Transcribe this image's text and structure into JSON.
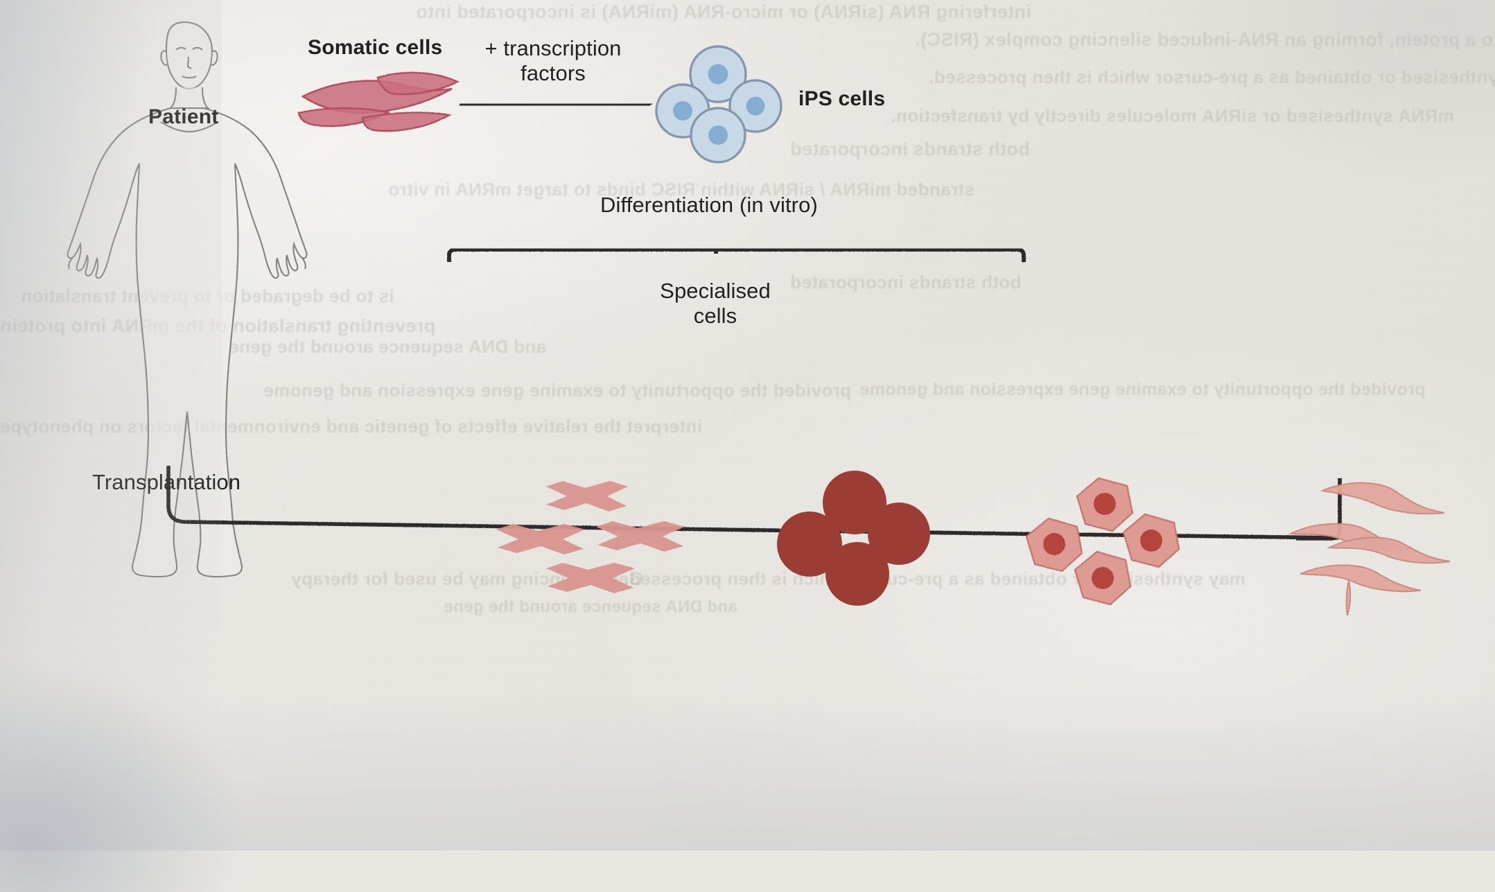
{
  "diagram": {
    "title": "Induced pluripotent stem (iPS) cell therapy workflow",
    "background_color": "#e9e7e2",
    "ink_color": "#2e2c2a"
  },
  "labels": {
    "patient": "Patient",
    "somatic_cells": "Somatic cells",
    "transcription_factors": "+ transcription\nfactors",
    "ips_cells": "iPS cells",
    "differentiation": "Differentiation (in vitro)",
    "specialised_cells": "Specialised\ncells",
    "transplantation": "Transplantation"
  },
  "stages": [
    {
      "name": "patient",
      "label": "Patient",
      "icon": "human-body-outline"
    },
    {
      "name": "somatic-cells",
      "label": "Somatic cells",
      "icon": "spindle-muscle-cells",
      "color": "#c4616f",
      "count": 4
    },
    {
      "name": "ips-cells",
      "label": "iPS cells",
      "icon": "round-stem-cells",
      "color": "#b8cde0",
      "nucleus_color": "#7ba7cd",
      "count": 4
    },
    {
      "name": "specialised-cells",
      "label": "Specialised cells",
      "icon": "differentiated-cells",
      "count": 4
    }
  ],
  "specialised_cell_types": [
    {
      "name": "muscle-fiber-cells",
      "shape": "x-shaped",
      "color": "#d9948c",
      "count": 4
    },
    {
      "name": "blood-cells",
      "shape": "solid-circle",
      "color": "#9e3d34",
      "count": 4
    },
    {
      "name": "epithelial-cells",
      "shape": "polygon-nucleated",
      "color": "#dd9a93",
      "nucleus_color": "#b4443c",
      "count": 4
    },
    {
      "name": "fibroblast-cells",
      "shape": "spindle",
      "color": "#e0a49b",
      "count": 4
    }
  ],
  "arrows": [
    {
      "name": "patient-to-somatic",
      "direction": "right"
    },
    {
      "name": "somatic-to-ips",
      "direction": "right"
    },
    {
      "name": "ips-to-differentiation",
      "direction": "down"
    },
    {
      "name": "differentiation-branch-1",
      "direction": "down"
    },
    {
      "name": "differentiation-branch-2",
      "direction": "down"
    },
    {
      "name": "differentiation-branch-3",
      "direction": "down"
    },
    {
      "name": "differentiation-branch-4",
      "direction": "down"
    },
    {
      "name": "transplantation-to-patient",
      "direction": "up"
    }
  ],
  "colors": {
    "somatic_pink": "#c4616f",
    "ips_blue": "#b8cde0",
    "ips_nucleus": "#7ba7cd",
    "muscle_pink": "#d9948c",
    "blood_dark_red": "#9e3d34",
    "epithelial_pink": "#dd9a93",
    "epithelial_nucleus": "#b4443c",
    "fibroblast_pink": "#e0a49b",
    "ink": "#2e2c2a",
    "paper": "#e9e7e2"
  },
  "bleed_through_text": [
    "interfering RNA (siRNA) or micro-RNA (miRNA) is incorporated into",
    "as to a protein, forming an RNA-induced silencing complex (RISC).",
    "may synthesised or obtained as a pre-cursor which is then processed.",
    "mRNA synthesised or siRNA molecules directly by transfection.",
    "both strands incorporated",
    "stranded miRNA / siRNA within RISC binds to target mRNA in vitro",
    "preventing translation of the mRNA into protein",
    "is to be degraded or to prevent translation",
    "and DNA sequence around the gene",
    "interpret the relative effects of genetic and environmental factors on phenotype",
    "provided the opportunity to examine gene expression and genome",
    "Gene silencing may be used for therapy"
  ]
}
